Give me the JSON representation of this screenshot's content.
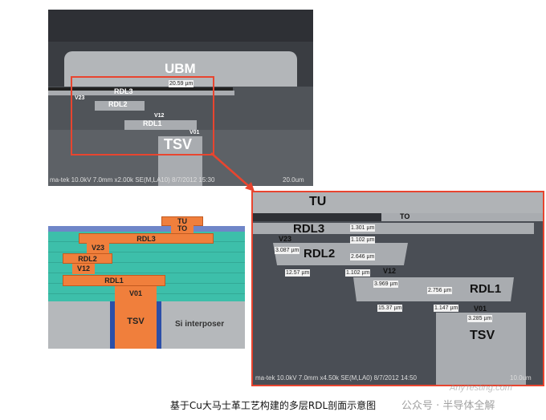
{
  "top_sem": {
    "labels": {
      "ubm": "UBM",
      "rdl3": "RDL3",
      "rdl2": "RDL2",
      "rdl1": "RDL1",
      "v23": "V23",
      "v12": "V12",
      "v01": "V01",
      "tsv": "TSV"
    },
    "measurement": "20.59 µm",
    "footer": "ma-tek 10.0kV 7.0mm x2.00k SE(M,LA10) 8/7/2012 15:30",
    "scale": "20.0um"
  },
  "zoom_sem": {
    "labels": {
      "tu": "TU",
      "to": "TO",
      "rdl3": "RDL3",
      "rdl2": "RDL2",
      "rdl1": "RDL1",
      "v23": "V23",
      "v12": "V12",
      "v01": "V01",
      "tsv": "TSV"
    },
    "measurements": {
      "m1": "1.301 µm",
      "m2": "1.102 µm",
      "m3": "3.087 µm",
      "m4": "2.646 µm",
      "m5": "12.57 µm",
      "m6": "1.102 µm",
      "m7": "3.969 µm",
      "m8": "2.756 µm",
      "m9": "15.37 µm",
      "m10": "1.147 µm",
      "m11": "3.285 µm"
    },
    "footer": "ma-tek 10.0kV 7.0mm x4.50k SE(M,LA0) 8/7/2012 14:50",
    "scale": "10.0um"
  },
  "diagram": {
    "tu": "TU",
    "to": "TO",
    "rdl3": "RDL3",
    "v23": "V23",
    "rdl2": "RDL2",
    "v12": "V12",
    "rdl1": "RDL1",
    "v01": "V01",
    "tsv": "TSV",
    "si": "Si interposer"
  },
  "caption": "基于Cu大马士革工艺构建的多层RDL剖面示意图",
  "watermark": {
    "account": "公众号 · 半导体全解",
    "site": "AnyTesting.com"
  },
  "colors": {
    "highlight": "#e8452f",
    "copper": "#f07f3c",
    "dielectric": "#3dbfaa",
    "passivation": "#6f86c8"
  }
}
